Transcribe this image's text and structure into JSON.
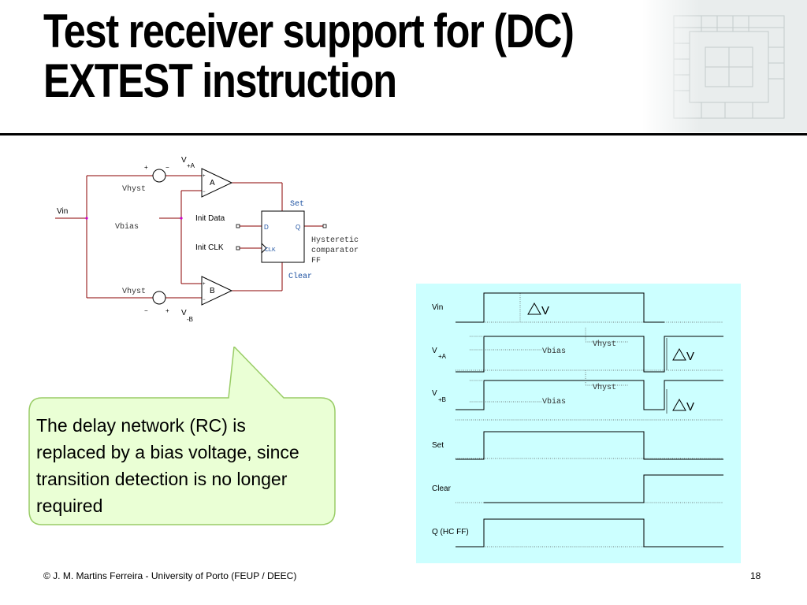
{
  "slide": {
    "title_line1": "Test receiver support for (DC)",
    "title_line2": "EXTEST instruction",
    "footer": "© J. M. Martins Ferreira - University of Porto (FEUP / DEEC)",
    "page_number": "18"
  },
  "circuit": {
    "vin": "Vin",
    "vbias": "Vbias",
    "vhyst_top": "Vhyst",
    "vhyst_bottom": "Vhyst",
    "comp_a": "A",
    "comp_b": "B",
    "v_a_main": "V",
    "v_a_sub": "+A",
    "v_b_main": "V",
    "v_b_sub": "-B",
    "plus": "+",
    "minus": "−",
    "init_data": "Init Data",
    "init_clk": "Init CLK",
    "ff_d": "D",
    "ff_q": "Q",
    "ff_clk": "CLK",
    "set": "Set",
    "clear": "Clear",
    "ff_caption_1": "Hysteretic",
    "ff_caption_2": "comparator",
    "ff_caption_3": "FF"
  },
  "timing": {
    "rows": {
      "vin": "Vin",
      "va_main": "V",
      "va_sub": "+A",
      "vb_main": "V",
      "vb_sub": "+B",
      "set": "Set",
      "clear": "Clear",
      "q": "Q (HC FF)"
    },
    "vbias": "Vbias",
    "vhyst": "Vhyst",
    "delta_v": "V"
  },
  "callout": {
    "text": "The delay network (RC) is replaced by a bias voltage, since transition detection is no longer required"
  },
  "colors": {
    "wire": "#8b0000",
    "signal_label": "#1a4fa0",
    "timing_bg": "#ccffff",
    "callout_fill": "#eaffd5",
    "callout_stroke": "#99cc66"
  }
}
